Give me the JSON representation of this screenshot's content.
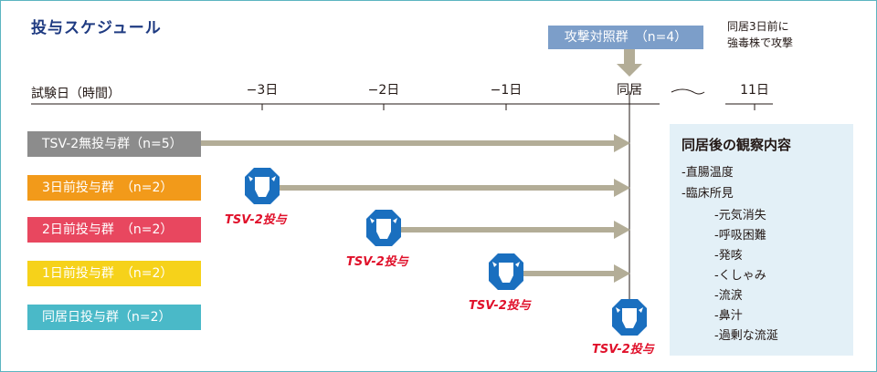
{
  "title": "投与スケジュール",
  "timeline": {
    "label": "試験日（時間）",
    "ticks": [
      "−3日",
      "−2日",
      "−1日",
      "同居",
      "11日"
    ]
  },
  "control_group": {
    "label": "攻撃対照群　（n=4）",
    "note_line1": "同居3日前に",
    "note_line2": "強毒株で攻撃"
  },
  "groups": [
    {
      "label": "TSV-2無投与群（n=5）",
      "color": "#8c8c8c"
    },
    {
      "label": "3日前投与群　（n=2）",
      "color": "#f29a1a"
    },
    {
      "label": "2日前投与群　（n=2）",
      "color": "#e8475f"
    },
    {
      "label": "1日前投与群　（n=2）",
      "color": "#f6d21a"
    },
    {
      "label": "同居日投与群（n=2）",
      "color": "#4ab9c8"
    }
  ],
  "badge": {
    "label": "TSV-2投与",
    "badge_color": "#1a6fbf",
    "text_color": "#e0102a"
  },
  "observation": {
    "title": "同居後の観察内容",
    "items": [
      "-直腸温度",
      "-臨床所見"
    ],
    "subitems": [
      "-元気消失",
      "-呼吸困難",
      "-発咳",
      "-くしゃみ",
      "-流涙",
      "-鼻汁",
      "-過剰な流涎"
    ]
  },
  "colors": {
    "arrow": "#b3ad97",
    "title": "#1f3b82",
    "frame": "#5bb5c0",
    "panel": "#e3f0f7",
    "control": "#7c9ec9"
  }
}
